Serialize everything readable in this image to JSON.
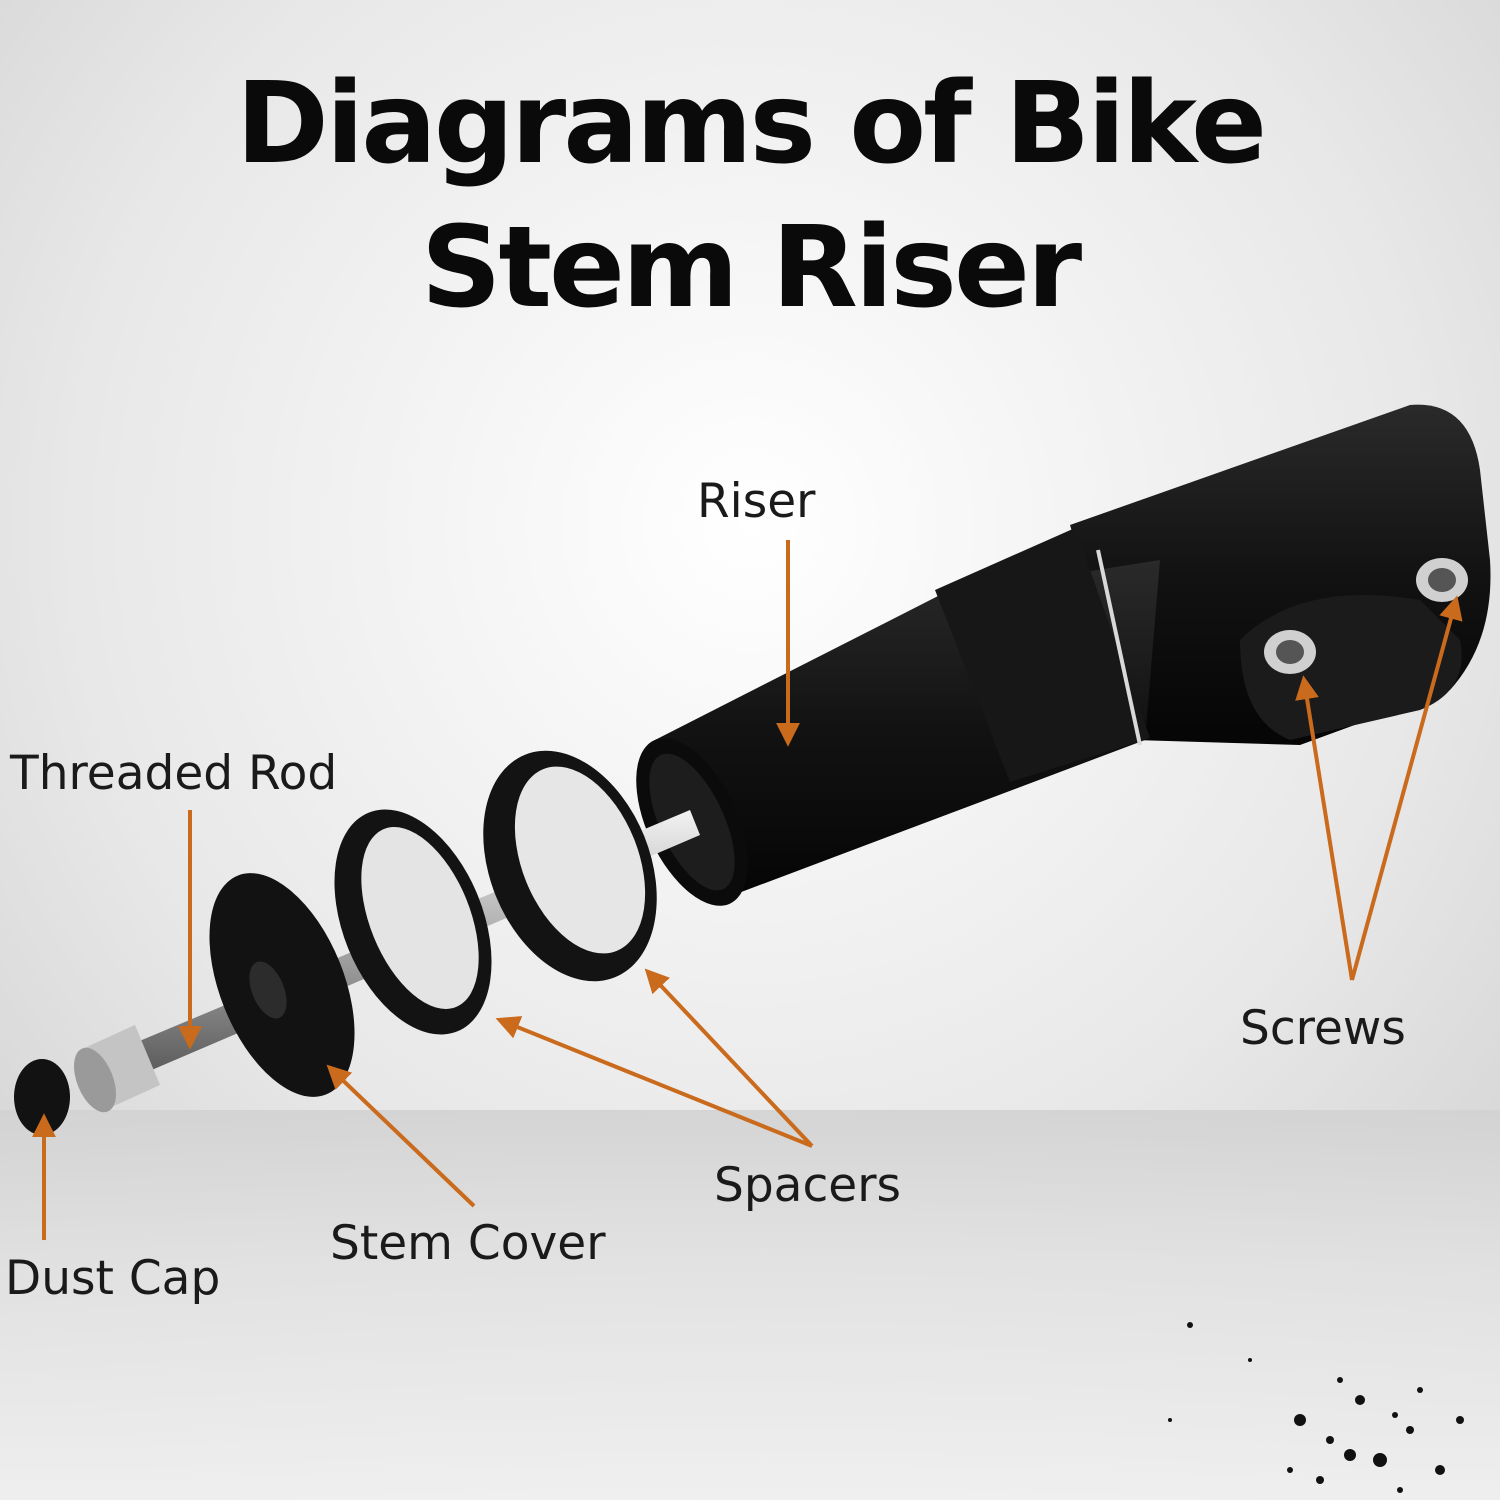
{
  "title": {
    "line1": "Diagrams of Bike",
    "line2": "Stem Riser"
  },
  "labels": {
    "riser": "Riser",
    "threaded_rod": "Threaded Rod",
    "screws": "Screws",
    "spacers": "Spacers",
    "stem_cover": "Stem Cover",
    "dust_cap": "Dust Cap"
  },
  "colors": {
    "arrow": "#c96a1c",
    "part": "#151515",
    "metal": "#b8b8b8",
    "background": "#e6e6e6"
  }
}
